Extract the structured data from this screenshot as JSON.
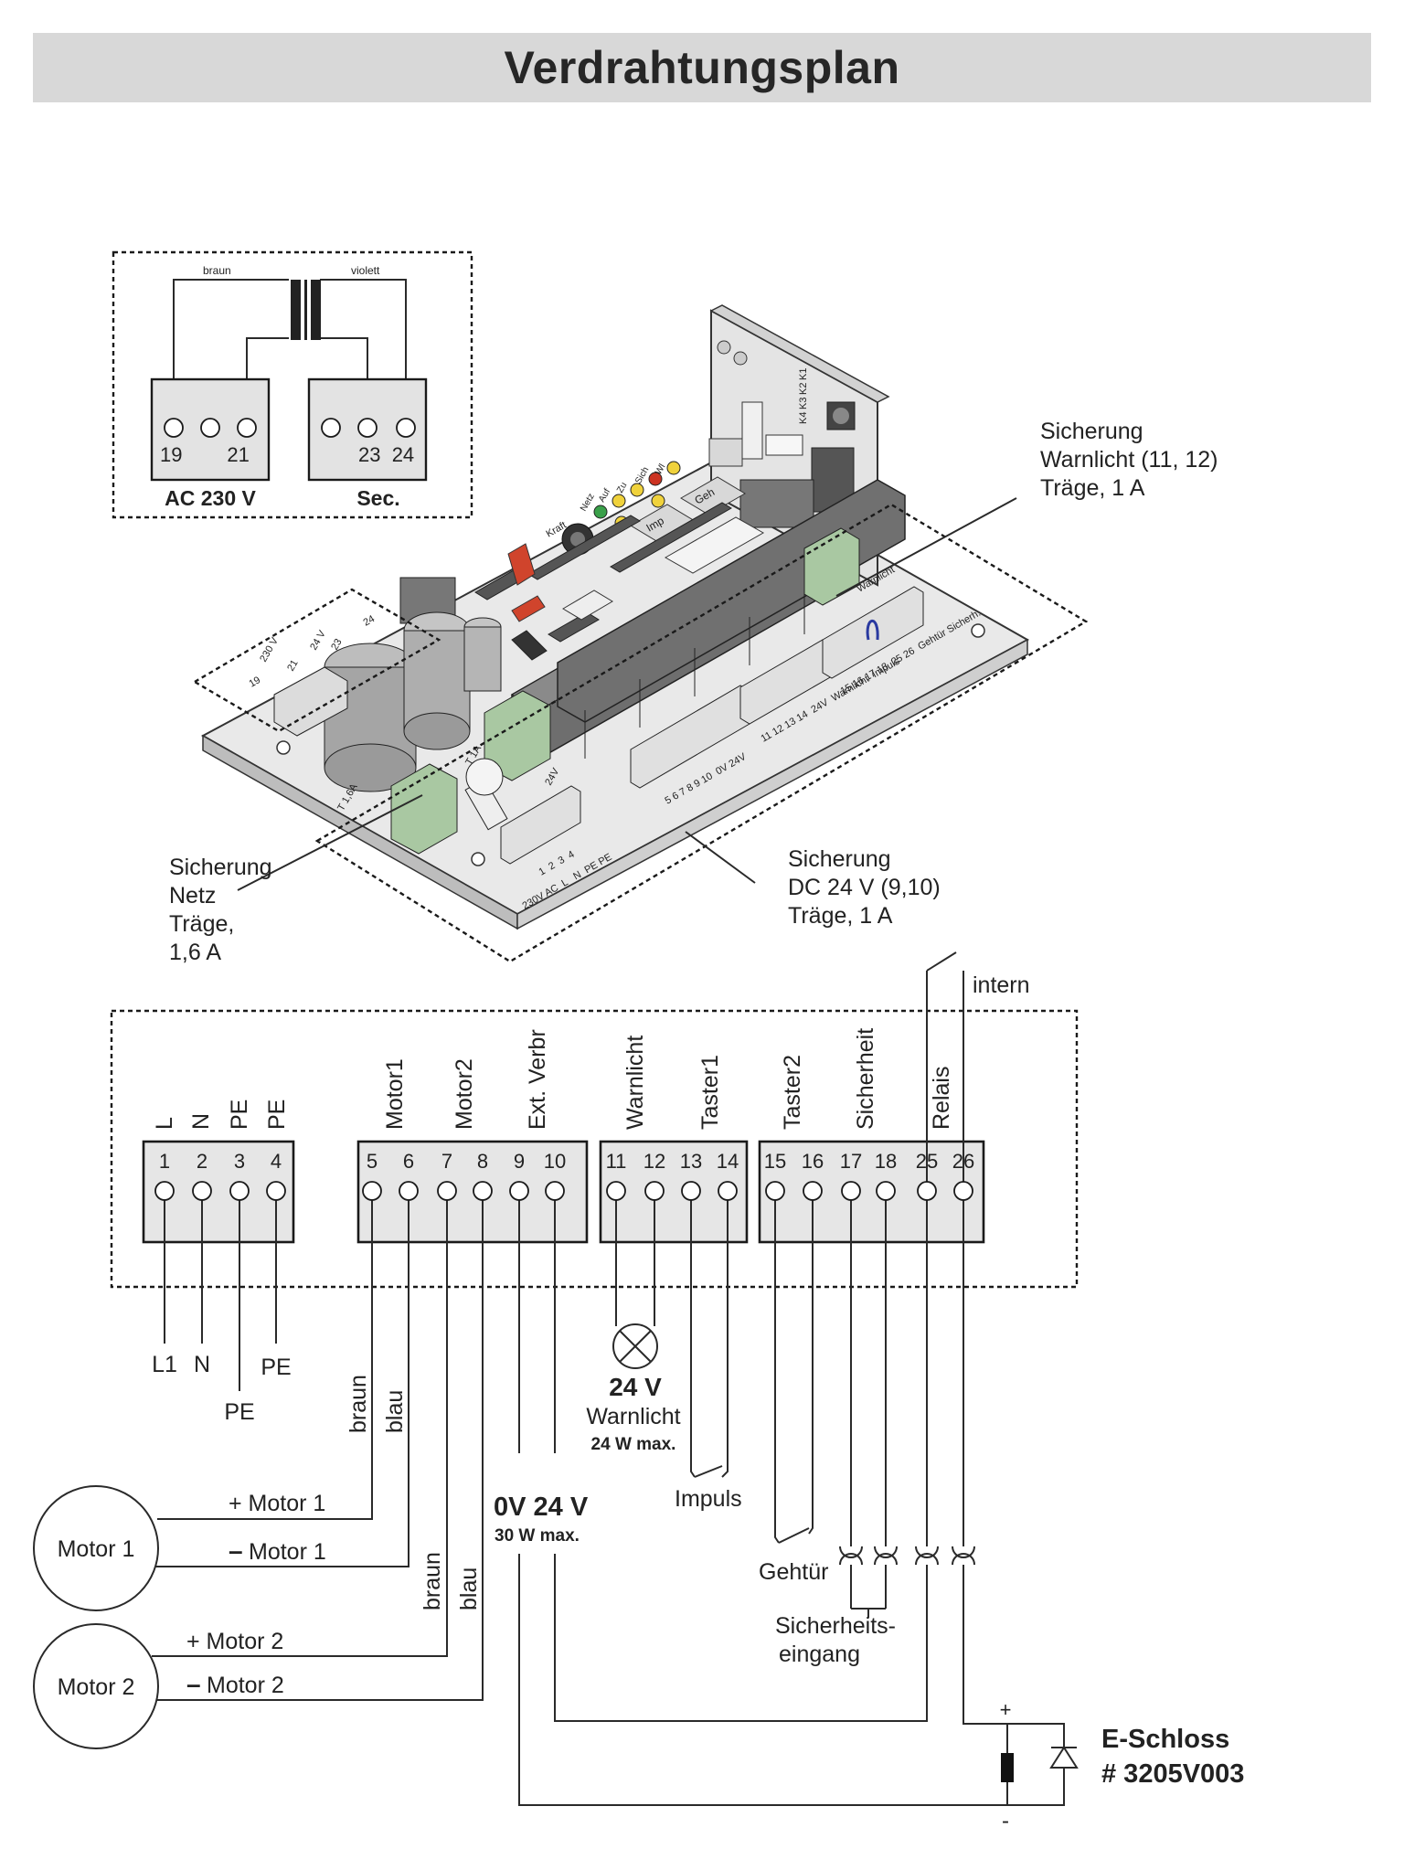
{
  "title": "Verdrahtungsplan",
  "transformer": {
    "wire_left": "braun",
    "wire_right": "violett",
    "left_terminals": "19        21",
    "right_terminals": "23  24",
    "left_label": "AC 230 V",
    "right_label": "Sec."
  },
  "board": {
    "relay_labels": [
      "K1",
      "K2",
      "K3",
      "K4"
    ],
    "header_labels": [
      "Kraft",
      "Netz",
      "Auf",
      "Zu",
      "Sich",
      "Wl"
    ],
    "button_imp": "Imp",
    "button_geh": "Geh",
    "fuse_t16a": "T 1,6A",
    "fuse_t1a": "T 1A",
    "v24": "24V",
    "warnlicht": "Warnlicht",
    "trafo_labels": [
      "19",
      "230 V",
      "21",
      "24 V",
      "23",
      "24"
    ],
    "power_terminal_numbers": "1  2  3  4",
    "power_terminal_text": "230V AC  L   N  PE PE",
    "motor_terminal_text": "5 6 7 8 9 10  0V 24V",
    "warn_terminal_text": "11 12 13 14  24V  Warnlicht  Impuls",
    "safety_terminal_text": "15 16 17 18  25 26  Gehtür Sicherh."
  },
  "callouts": {
    "fuse_warn": [
      "Sicherung",
      "Warnlicht (11, 12)",
      "Träge, 1 A"
    ],
    "fuse_net": [
      "Sicherung",
      "Netz",
      "Träge,",
      "1,6 A"
    ],
    "fuse_dc": [
      "Sicherung",
      "DC 24 V (9,10)",
      "Träge, 1 A"
    ]
  },
  "intern_label": "intern",
  "groups": [
    {
      "labels": [
        "L",
        "N",
        "PE",
        "PE"
      ],
      "terminals": [
        "1",
        "2",
        "3",
        "4"
      ]
    },
    {
      "labels": [
        "Motor1",
        "Motor2",
        "Ext. Verbr"
      ],
      "terminals": [
        "5",
        "6",
        "7",
        "8",
        "9",
        "10"
      ]
    },
    {
      "labels": [
        "Warnlicht",
        "Taster1"
      ],
      "terminals": [
        "11",
        "12",
        "13",
        "14"
      ]
    },
    {
      "labels": [
        "Taster2",
        "Sicherheit",
        "Relais"
      ],
      "terminals": [
        "15",
        "16",
        "17",
        "18",
        "25",
        "26"
      ]
    }
  ],
  "power_wires": [
    "L1",
    "N",
    "PE",
    "PE"
  ],
  "motor_wires": {
    "m1_braun": "braun",
    "m1_blau": "blau",
    "m2_braun": "braun",
    "m2_blau": "blau"
  },
  "lamp": {
    "voltage": "24 V",
    "name": "Warnlicht",
    "max": "24 W max."
  },
  "ext": {
    "voltage": "0V 24 V",
    "max": "30 W max."
  },
  "impuls_label": "Impuls",
  "gehtuer_label": "Gehtür",
  "safety_input": [
    "Sicherheits-",
    "eingang"
  ],
  "motors": [
    {
      "name": "Motor 1",
      "plus": "+ Motor 1",
      "minus": "Motor 1"
    },
    {
      "name": "Motor 2",
      "plus": "+ Motor 2",
      "minus": "Motor 2"
    }
  ],
  "lock": {
    "name": "E-Schloss",
    "part": "# 3205V003",
    "plus": "+",
    "minus": "-"
  },
  "colors": {
    "relay_gray": "#6e6e6e",
    "fuse_green": "#a9c8a2",
    "led_yellow": "#f0d23c",
    "led_red": "#cc3322",
    "led_green": "#3aa04a",
    "jumper_red": "#d0442c",
    "jumper_blue": "#2a3aa0"
  }
}
